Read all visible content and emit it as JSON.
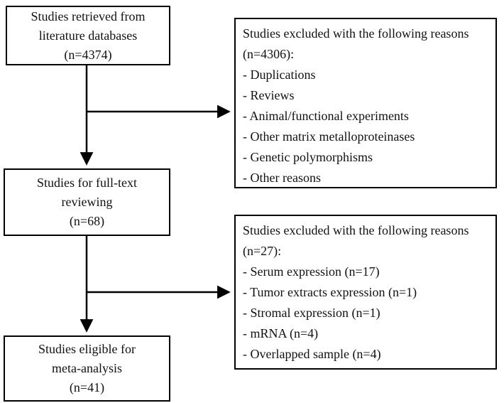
{
  "flow": {
    "retrieved": {
      "text": "Studies retrieved from\nliterature databases\n(n=4374)"
    },
    "fulltext": {
      "text": "Studies for full-text\nreviewing\n(n=68)"
    },
    "eligible": {
      "text": "Studies eligible for\nmeta-analysis\n(n=41)"
    },
    "excluded_first": {
      "header": "Studies excluded with the following reasons (n=4306):",
      "items": [
        "- Duplications",
        "- Reviews",
        "- Animal/functional experiments",
        "- Other matrix metalloproteinases",
        "- Genetic polymorphisms",
        "- Other reasons"
      ]
    },
    "excluded_second": {
      "header": "Studies excluded with the following reasons (n=27):",
      "items": [
        "- Serum expression (n=17)",
        "- Tumor extracts expression (n=1)",
        "- Stromal expression (n=1)",
        "- mRNA (n=4)",
        "- Overlapped sample (n=4)"
      ]
    }
  },
  "colors": {
    "line": "#000000",
    "border": "#000000",
    "background": "#ffffff",
    "text": "#111111"
  }
}
